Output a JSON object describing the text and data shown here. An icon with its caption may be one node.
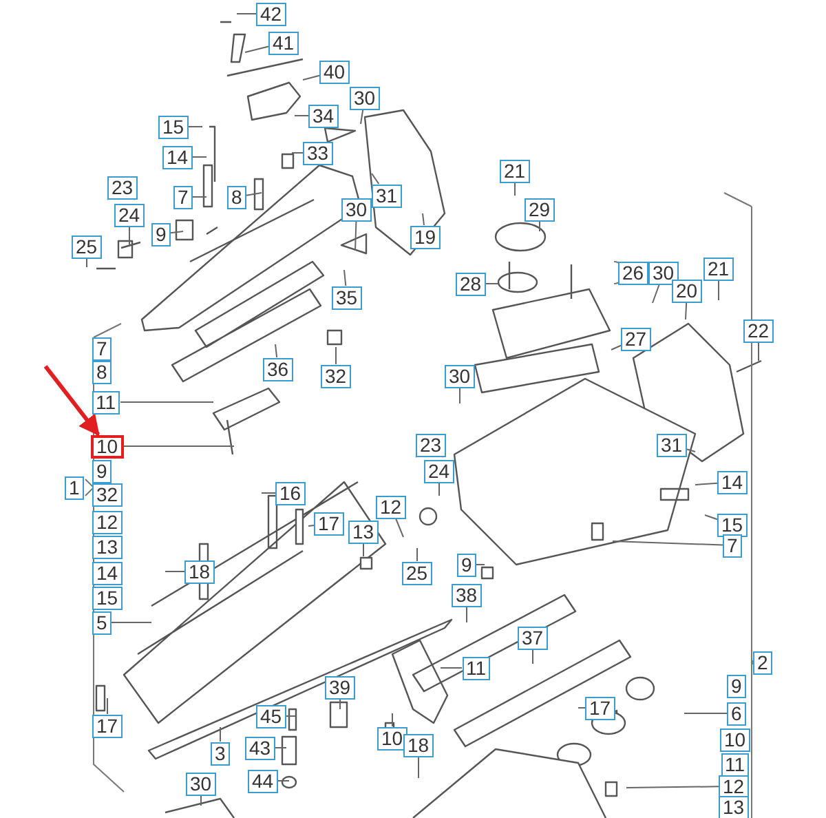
{
  "diagram": {
    "nodes": [
      {
        "text": [
          "42"
        ]
      },
      {
        "text": [
          "41"
        ]
      },
      {
        "text": [
          "40"
        ]
      },
      {
        "text": [
          "30"
        ]
      },
      {
        "text": [
          "34"
        ]
      },
      {
        "text": [
          "15"
        ]
      },
      {
        "text": [
          "33"
        ]
      },
      {
        "text": [
          "14"
        ]
      },
      {
        "text": [
          "21"
        ]
      },
      {
        "text": [
          "23"
        ]
      },
      {
        "text": [
          "7"
        ]
      },
      {
        "text": [
          "8"
        ]
      },
      {
        "text": [
          "31"
        ]
      },
      {
        "text": [
          "29"
        ]
      },
      {
        "text": [
          "30"
        ]
      },
      {
        "text": [
          "24"
        ]
      },
      {
        "text": [
          "9"
        ]
      },
      {
        "text": [
          "19"
        ]
      },
      {
        "text": [
          "25"
        ]
      },
      {
        "text": [
          "26"
        ]
      },
      {
        "text": [
          "30"
        ]
      },
      {
        "text": [
          "21"
        ]
      },
      {
        "text": [
          "28"
        ]
      },
      {
        "text": [
          "20"
        ]
      },
      {
        "text": [
          "35"
        ]
      },
      {
        "text": [
          "22"
        ]
      },
      {
        "text": [
          "27"
        ]
      },
      {
        "text": [
          "7"
        ]
      },
      {
        "text": [
          "32"
        ]
      },
      {
        "text": [
          "36"
        ]
      },
      {
        "text": [
          "8"
        ]
      },
      {
        "text": [
          "30"
        ]
      },
      {
        "text": [
          "11"
        ]
      },
      {
        "text": [
          "10"
        ]
      },
      {
        "text": [
          "31"
        ]
      },
      {
        "text": [
          "23"
        ]
      },
      {
        "text": [
          "9"
        ]
      },
      {
        "text": [
          "24"
        ]
      },
      {
        "text": [
          "1"
        ]
      },
      {
        "text": [
          "32"
        ]
      },
      {
        "text": [
          "14"
        ]
      },
      {
        "text": [
          "16"
        ]
      },
      {
        "text": [
          "12"
        ]
      },
      {
        "text": [
          "17"
        ]
      },
      {
        "text": [
          "12"
        ]
      },
      {
        "text": [
          "15"
        ]
      },
      {
        "text": [
          "13"
        ]
      },
      {
        "text": [
          "7"
        ]
      },
      {
        "text": [
          "13"
        ]
      },
      {
        "text": [
          "25"
        ]
      },
      {
        "text": [
          "9"
        ]
      },
      {
        "text": [
          "18"
        ]
      },
      {
        "text": [
          "14"
        ]
      },
      {
        "text": [
          "38"
        ]
      },
      {
        "text": [
          "15"
        ]
      },
      {
        "text": [
          "5"
        ]
      },
      {
        "text": [
          "37"
        ]
      },
      {
        "text": [
          "2"
        ]
      },
      {
        "text": [
          "11"
        ]
      },
      {
        "text": [
          "9"
        ]
      },
      {
        "text": [
          "39"
        ]
      },
      {
        "text": [
          "17"
        ]
      },
      {
        "text": [
          "6"
        ]
      },
      {
        "text": [
          "45"
        ]
      },
      {
        "text": [
          "17"
        ]
      },
      {
        "text": [
          "10"
        ]
      },
      {
        "text": [
          "10"
        ]
      },
      {
        "text": [
          "18"
        ]
      },
      {
        "text": [
          "43"
        ]
      },
      {
        "text": [
          "3"
        ]
      },
      {
        "text": [
          "11"
        ]
      },
      {
        "text": [
          "44"
        ]
      },
      {
        "text": [
          "30"
        ]
      },
      {
        "text": [
          "12"
        ]
      },
      {
        "text": [
          "13"
        ]
      }
    ],
    "edges": [
      {
        "from": 0,
        "to": null,
        "arrow": "none"
      },
      {
        "from": 1,
        "to": null,
        "arrow": "none"
      },
      {
        "from": 2,
        "to": null,
        "arrow": "none"
      },
      {
        "from": 3,
        "to": null,
        "arrow": "none"
      },
      {
        "from": 4,
        "to": null,
        "arrow": "none"
      },
      {
        "from": 5,
        "to": null,
        "arrow": "none"
      },
      {
        "from": 6,
        "to": null,
        "arrow": "none"
      },
      {
        "from": 7,
        "to": null,
        "arrow": "none"
      },
      {
        "from": 8,
        "to": null,
        "arrow": "none"
      },
      {
        "from": 10,
        "to": null,
        "arrow": "none"
      },
      {
        "from": 11,
        "to": null,
        "arrow": "none"
      },
      {
        "from": 12,
        "to": null,
        "arrow": "none"
      },
      {
        "from": 13,
        "to": null,
        "arrow": "none"
      },
      {
        "from": 14,
        "to": null,
        "arrow": "none"
      },
      {
        "from": 15,
        "to": null,
        "arrow": "none"
      },
      {
        "from": 16,
        "to": null,
        "arrow": "none"
      },
      {
        "from": 17,
        "to": null,
        "arrow": "none"
      },
      {
        "from": 18,
        "to": null,
        "arrow": "none"
      },
      {
        "from": 20,
        "to": null,
        "arrow": "none"
      },
      {
        "from": 21,
        "to": null,
        "arrow": "none"
      },
      {
        "from": 22,
        "to": null,
        "arrow": "none"
      },
      {
        "from": 23,
        "to": null,
        "arrow": "none"
      },
      {
        "from": 24,
        "to": null,
        "arrow": "none"
      },
      {
        "from": 25,
        "to": null,
        "arrow": "none"
      },
      {
        "from": 26,
        "to": null,
        "arrow": "none"
      },
      {
        "from": 28,
        "to": null,
        "arrow": "none"
      },
      {
        "from": 29,
        "to": null,
        "arrow": "none"
      },
      {
        "from": 31,
        "to": null,
        "arrow": "none"
      },
      {
        "from": 32,
        "to": null,
        "arrow": "none"
      },
      {
        "from": 33,
        "to": null,
        "arrow": "none"
      },
      {
        "from": 34,
        "to": null,
        "arrow": "none"
      },
      {
        "from": 37,
        "to": null,
        "arrow": "none"
      },
      {
        "from": 40,
        "to": null,
        "arrow": "none"
      },
      {
        "from": 41,
        "to": null,
        "arrow": "none"
      },
      {
        "from": 42,
        "to": null,
        "arrow": "none"
      },
      {
        "from": 43,
        "to": null,
        "arrow": "none"
      },
      {
        "from": 45,
        "to": null,
        "arrow": "none"
      },
      {
        "from": 46,
        "to": null,
        "arrow": "none"
      },
      {
        "from": 47,
        "to": null,
        "arrow": "none"
      },
      {
        "from": 49,
        "to": null,
        "arrow": "none"
      },
      {
        "from": 50,
        "to": null,
        "arrow": "none"
      },
      {
        "from": 51,
        "to": null,
        "arrow": "none"
      },
      {
        "from": 53,
        "to": null,
        "arrow": "none"
      },
      {
        "from": 55,
        "to": null,
        "arrow": "none"
      },
      {
        "from": 56,
        "to": null,
        "arrow": "none"
      },
      {
        "from": 58,
        "to": null,
        "arrow": "none"
      },
      {
        "from": 60,
        "to": null,
        "arrow": "none"
      },
      {
        "from": 61,
        "to": null,
        "arrow": "none"
      },
      {
        "from": 62,
        "to": null,
        "arrow": "none"
      },
      {
        "from": 63,
        "to": null,
        "arrow": "none"
      },
      {
        "from": 64,
        "to": null,
        "arrow": "none"
      },
      {
        "from": 65,
        "to": null,
        "arrow": "none"
      },
      {
        "from": 67,
        "to": null,
        "arrow": "none"
      },
      {
        "from": 68,
        "to": null,
        "arrow": "none"
      },
      {
        "from": 69,
        "to": null,
        "arrow": "none"
      },
      {
        "from": 71,
        "to": null,
        "arrow": "none"
      },
      {
        "from": 72,
        "to": null,
        "arrow": "none"
      },
      {
        "from": 73,
        "to": null,
        "arrow": "none"
      },
      {
        "from": null,
        "to": 33,
        "arrow": "to",
        "style": "thick",
        "color": "#e02020"
      }
    ]
  }
}
